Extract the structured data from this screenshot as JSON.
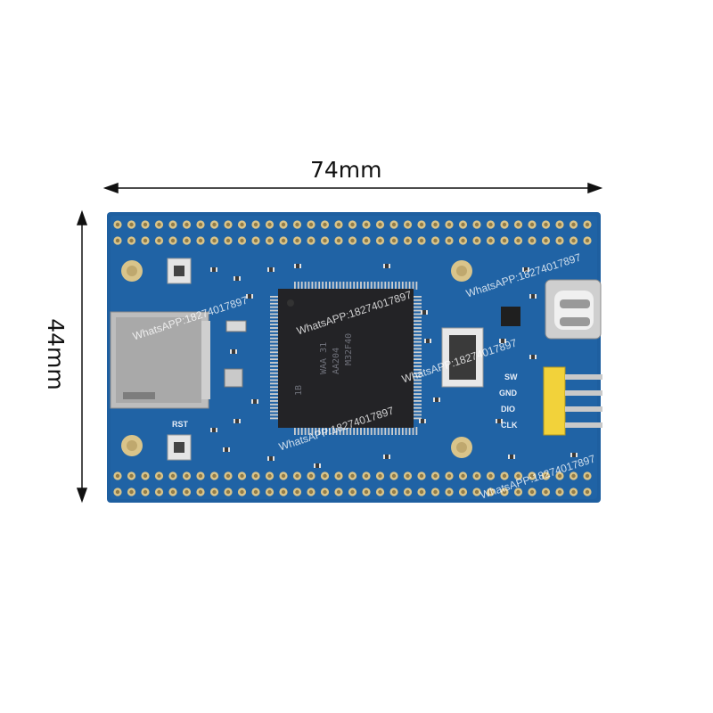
{
  "dimensions": {
    "width_label": "74mm",
    "height_label": "44mm"
  },
  "board": {
    "reset_label": "RST",
    "header_pins": [
      "SW",
      "GND",
      "DIO",
      "CLK"
    ],
    "chip_markings": [
      "M32F40",
      "AA204",
      "WAA 31",
      "1B"
    ]
  },
  "watermark": "WhatsAPP:18274017897",
  "colors": {
    "pcb": "#1e5fa0",
    "pad": "#d9c48a",
    "pin": "#f2d23a",
    "chip": "#232326"
  }
}
